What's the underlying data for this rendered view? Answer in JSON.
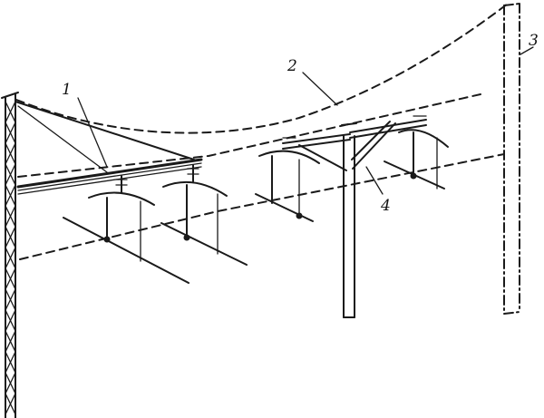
{
  "callouts": [
    {
      "id": "1",
      "label": "1"
    },
    {
      "id": "2",
      "label": "2"
    },
    {
      "id": "3",
      "label": "3"
    },
    {
      "id": "4",
      "label": "4"
    }
  ],
  "colors": {
    "ink": "#1a1a1a",
    "background": "#ffffff"
  }
}
